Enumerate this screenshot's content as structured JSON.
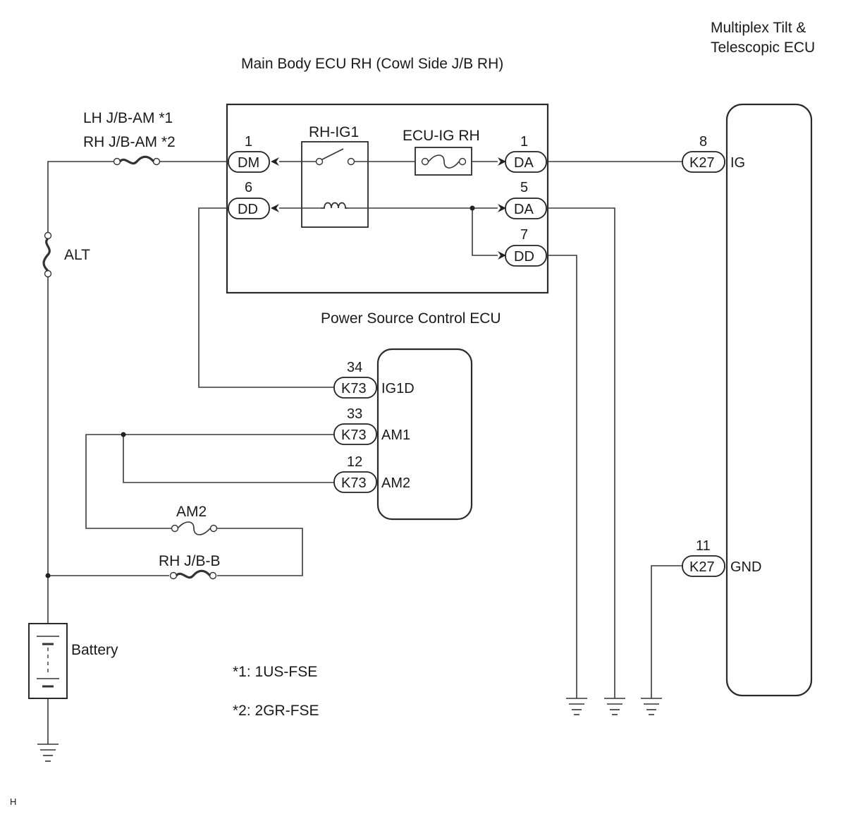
{
  "labels": {
    "main_body_ecu": "Main Body ECU RH (Cowl Side J/B RH)",
    "multiplex_line1": "Multiplex Tilt &",
    "multiplex_line2": "Telescopic ECU",
    "power_source_ecu": "Power Source Control ECU",
    "lh_jb_am": "LH J/B-AM *1",
    "rh_jb_am": "RH J/B-AM *2",
    "alt": "ALT",
    "rh_ig1": "RH-IG1",
    "ecu_ig_rh": "ECU-IG RH",
    "am2_fuse": "AM2",
    "rh_jb_b": "RH J/B-B",
    "battery": "Battery",
    "note1": "*1: 1US-FSE",
    "note2": "*2: 2GR-FSE",
    "corner_mark": "H"
  },
  "connectors": {
    "dm": {
      "pin": "1",
      "code": "DM"
    },
    "dd_left": {
      "pin": "6",
      "code": "DD"
    },
    "da_top": {
      "pin": "1",
      "code": "DA"
    },
    "da_mid": {
      "pin": "5",
      "code": "DA"
    },
    "dd_right": {
      "pin": "7",
      "code": "DD"
    },
    "k27_ig": {
      "pin": "8",
      "code": "K27",
      "terminal": "IG"
    },
    "k27_gnd": {
      "pin": "11",
      "code": "K27",
      "terminal": "GND"
    },
    "k73_ig1d": {
      "pin": "34",
      "code": "K73",
      "terminal": "IG1D"
    },
    "k73_am1": {
      "pin": "33",
      "code": "K73",
      "terminal": "AM1"
    },
    "k73_am2": {
      "pin": "12",
      "code": "K73",
      "terminal": "AM2"
    }
  }
}
